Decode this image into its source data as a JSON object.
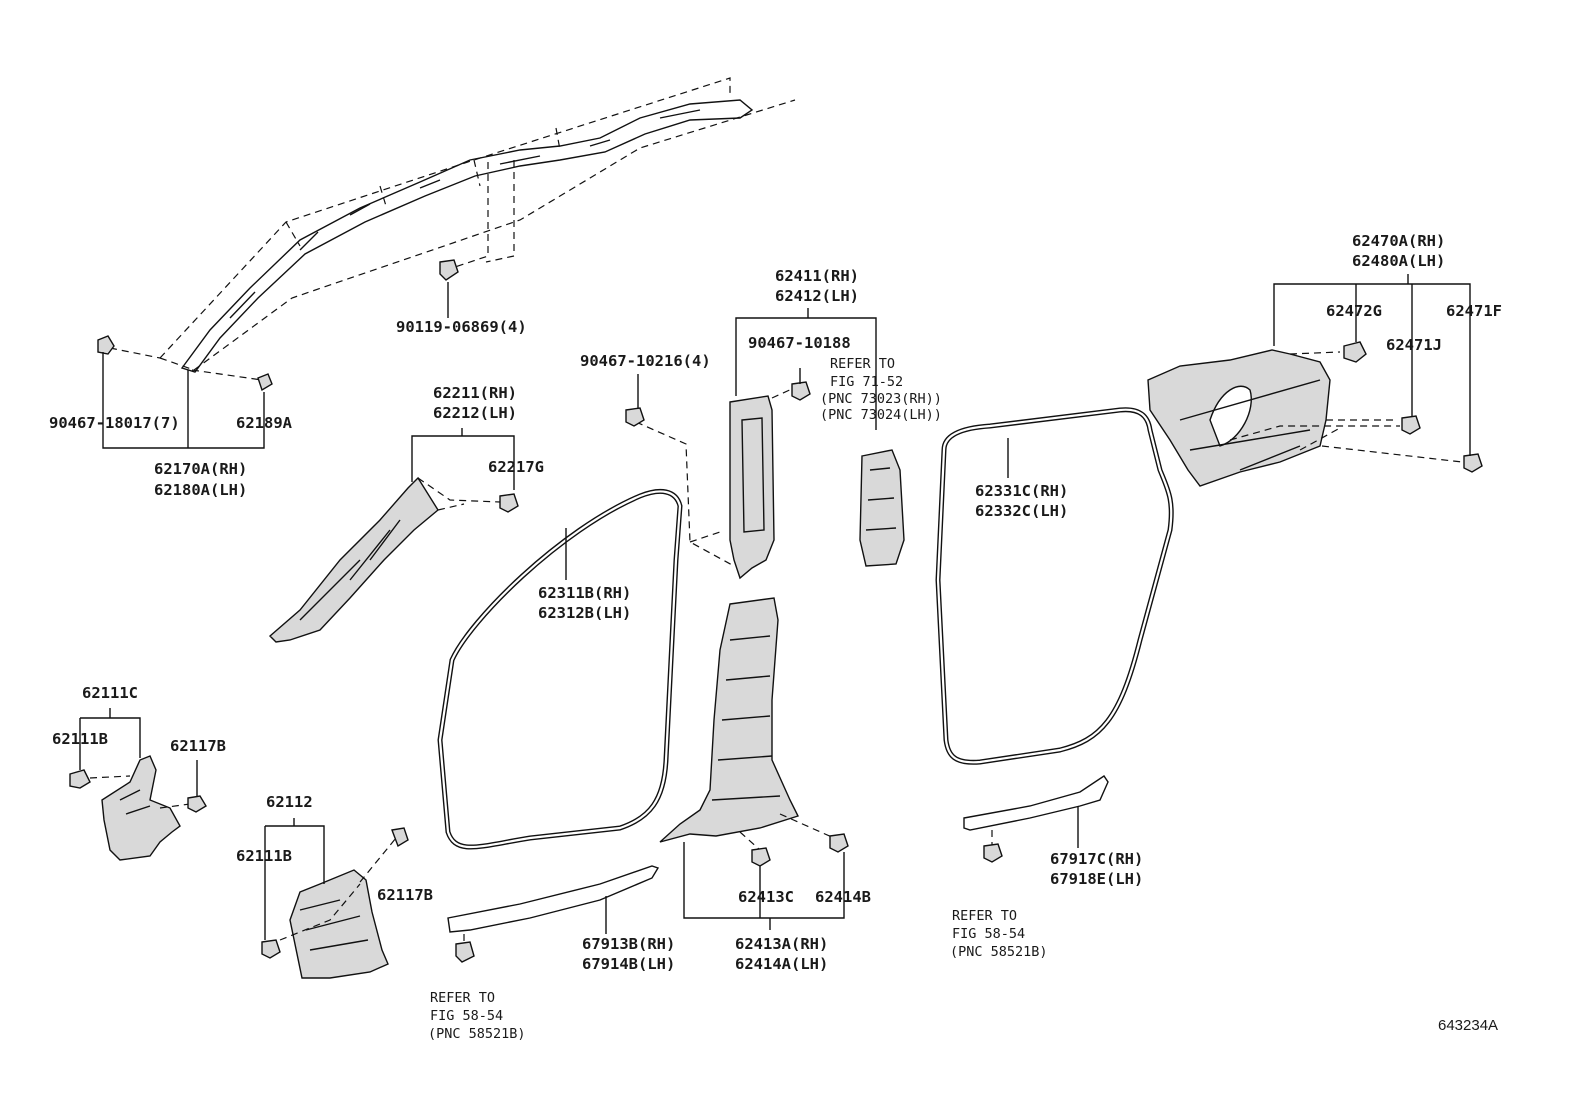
{
  "diagram": {
    "figure_id": "643234A",
    "labels": {
      "l_90467_18017": "90467-18017(7)",
      "l_62189A": "62189A",
      "l_62170A": "62170A(RH)",
      "l_62180A": "62180A(LH)",
      "l_90119": "90119-06869(4)",
      "l_62211": "62211(RH)",
      "l_62212": "62212(LH)",
      "l_62217G": "62217G",
      "l_62111C": "62111C",
      "l_62111B_a": "62111B",
      "l_62117B_a": "62117B",
      "l_62112": "62112",
      "l_62111B_b": "62111B",
      "l_62117B_b": "62117B",
      "l_62311B": "62311B(RH)",
      "l_62312B": "62312B(LH)",
      "l_90467_10216": "90467-10216(4)",
      "l_62411": "62411(RH)",
      "l_62412": "62412(LH)",
      "l_90467_10188": "90467-10188",
      "l_refer_71_1": "REFER TO",
      "l_refer_71_2": "FIG 71-52",
      "l_pnc_73023": "(PNC 73023(RH))",
      "l_pnc_73024": "(PNC 73024(LH))",
      "l_62331C": "62331C(RH)",
      "l_62332C": "62332C(LH)",
      "l_62470A": "62470A(RH)",
      "l_62480A": "62480A(LH)",
      "l_62472G": "62472G",
      "l_62471F": "62471F",
      "l_62471J": "62471J",
      "l_62413C": "62413C",
      "l_62414B": "62414B",
      "l_62413A": "62413A(RH)",
      "l_62414A": "62414A(LH)",
      "l_67913B": "67913B(RH)",
      "l_67914B": "67914B(LH)",
      "l_67917C": "67917C(RH)",
      "l_67918E": "67918E(LH)",
      "l_refer_58a_1": "REFER TO",
      "l_refer_58a_2": "FIG 58-54",
      "l_pnc_58521B_a": "(PNC 58521B)",
      "l_refer_58b_1": "REFER TO",
      "l_refer_58b_2": "FIG 58-54",
      "l_pnc_58521B_b": "(PNC 58521B)"
    }
  }
}
